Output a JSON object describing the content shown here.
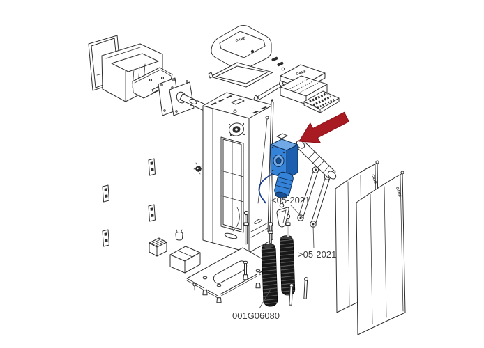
{
  "diagram": {
    "background": "#ffffff",
    "logo_text": "CAME",
    "labels": {
      "pre_2021": "<05-2021",
      "post_2021": ">05-2021",
      "part_code": "001G06080"
    },
    "colors": {
      "outline": "#2d2d2d",
      "highlight_blue": "#3583d9",
      "highlight_blue_light": "#71a9e6",
      "highlight_blue_dark": "#1c5fae",
      "motor_blue_deep": "#174f94",
      "arrow_red": "#a81b22",
      "spring_black": "#181818",
      "wire_blue": "#1b3f8f",
      "label_text": "#3c3c3c"
    }
  }
}
